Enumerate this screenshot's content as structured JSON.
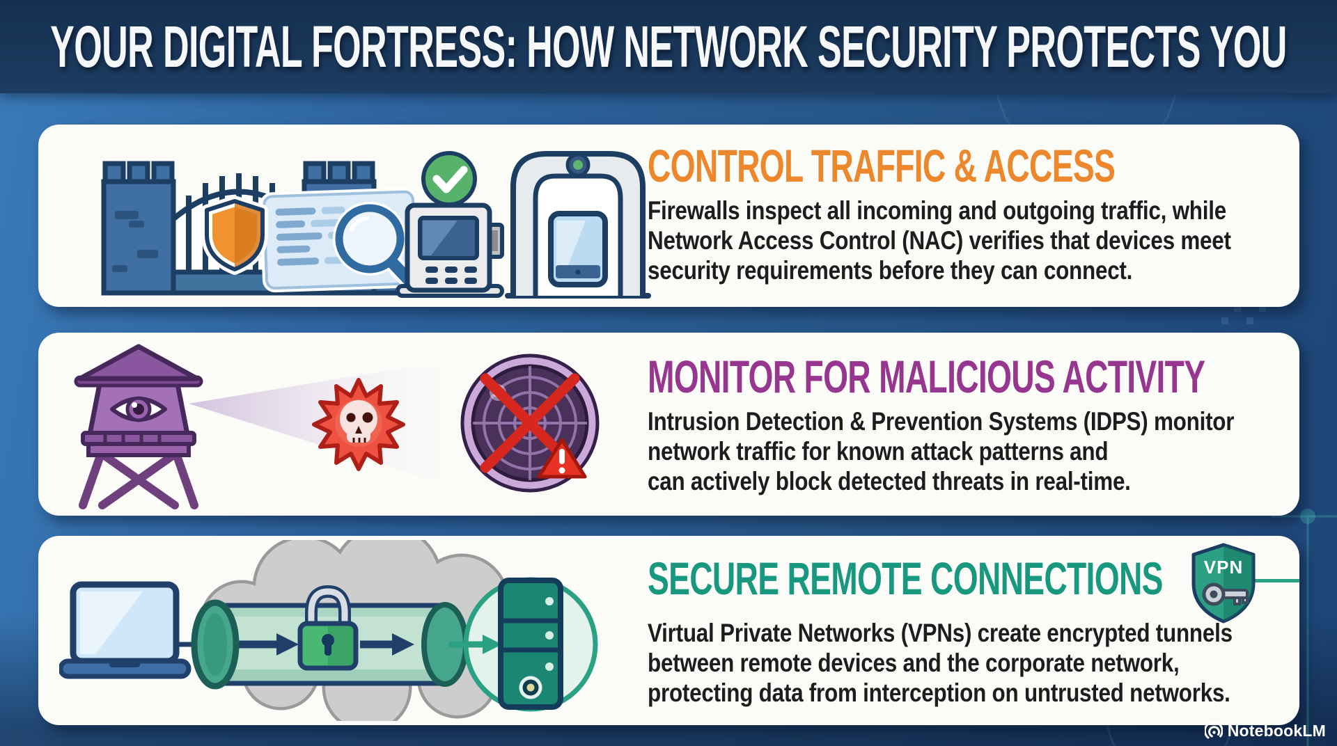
{
  "title": "YOUR DIGITAL FORTRESS: HOW NETWORK SECURITY PROTECTS YOU",
  "colors": {
    "background_blue": "#2d639e",
    "header_band": "#1d3c61",
    "card_background": "#fbfbf8",
    "body_text": "#1d1d1d",
    "accent_orange": "#ED872C",
    "accent_purple": "#97368F",
    "accent_teal": "#18997F",
    "circuit_teal": "#4fd0c0"
  },
  "cards": [
    {
      "id": "control-traffic",
      "heading": "CONTROL TRAFFIC & ACCESS",
      "heading_color": "#ED872C",
      "body": "Firewalls inspect all incoming and outgoing traffic, while\nNetwork Access Control (NAC) verifies that devices meet\nsecurity requirements before they can connect.",
      "icons": [
        "castle-gate-icon",
        "shield-icon",
        "document-icon",
        "magnifying-glass-icon",
        "check-circle-icon",
        "kiosk-icon",
        "scanner-gate-icon",
        "tablet-icon"
      ]
    },
    {
      "id": "monitor-activity",
      "heading": "MONITOR FOR MALICIOUS ACTIVITY",
      "heading_color": "#97368F",
      "body": "Intrusion Detection & Prevention Systems (IDPS) monitor\nnetwork traffic for known attack patterns and\ncan actively block detected threats in real-time.",
      "icons": [
        "watchtower-eye-icon",
        "detection-beam-icon",
        "skull-burst-icon",
        "radar-blocked-icon",
        "warning-triangle-icon"
      ]
    },
    {
      "id": "secure-remote",
      "heading": "SECURE REMOTE CONNECTIONS",
      "heading_color": "#18997F",
      "badge": "VPN",
      "body": "Virtual Private Networks (VPNs) create encrypted tunnels\nbetween remote devices and the corporate network,\nprotecting data from interception on untrusted networks.",
      "icons": [
        "laptop-icon",
        "cloud-icon",
        "vpn-tunnel-icon",
        "padlock-icon",
        "server-circle-icon",
        "vpn-shield-key-icon"
      ]
    }
  ],
  "watermark": {
    "label": "NotebookLM",
    "icon": "notebooklm-logo-icon"
  }
}
